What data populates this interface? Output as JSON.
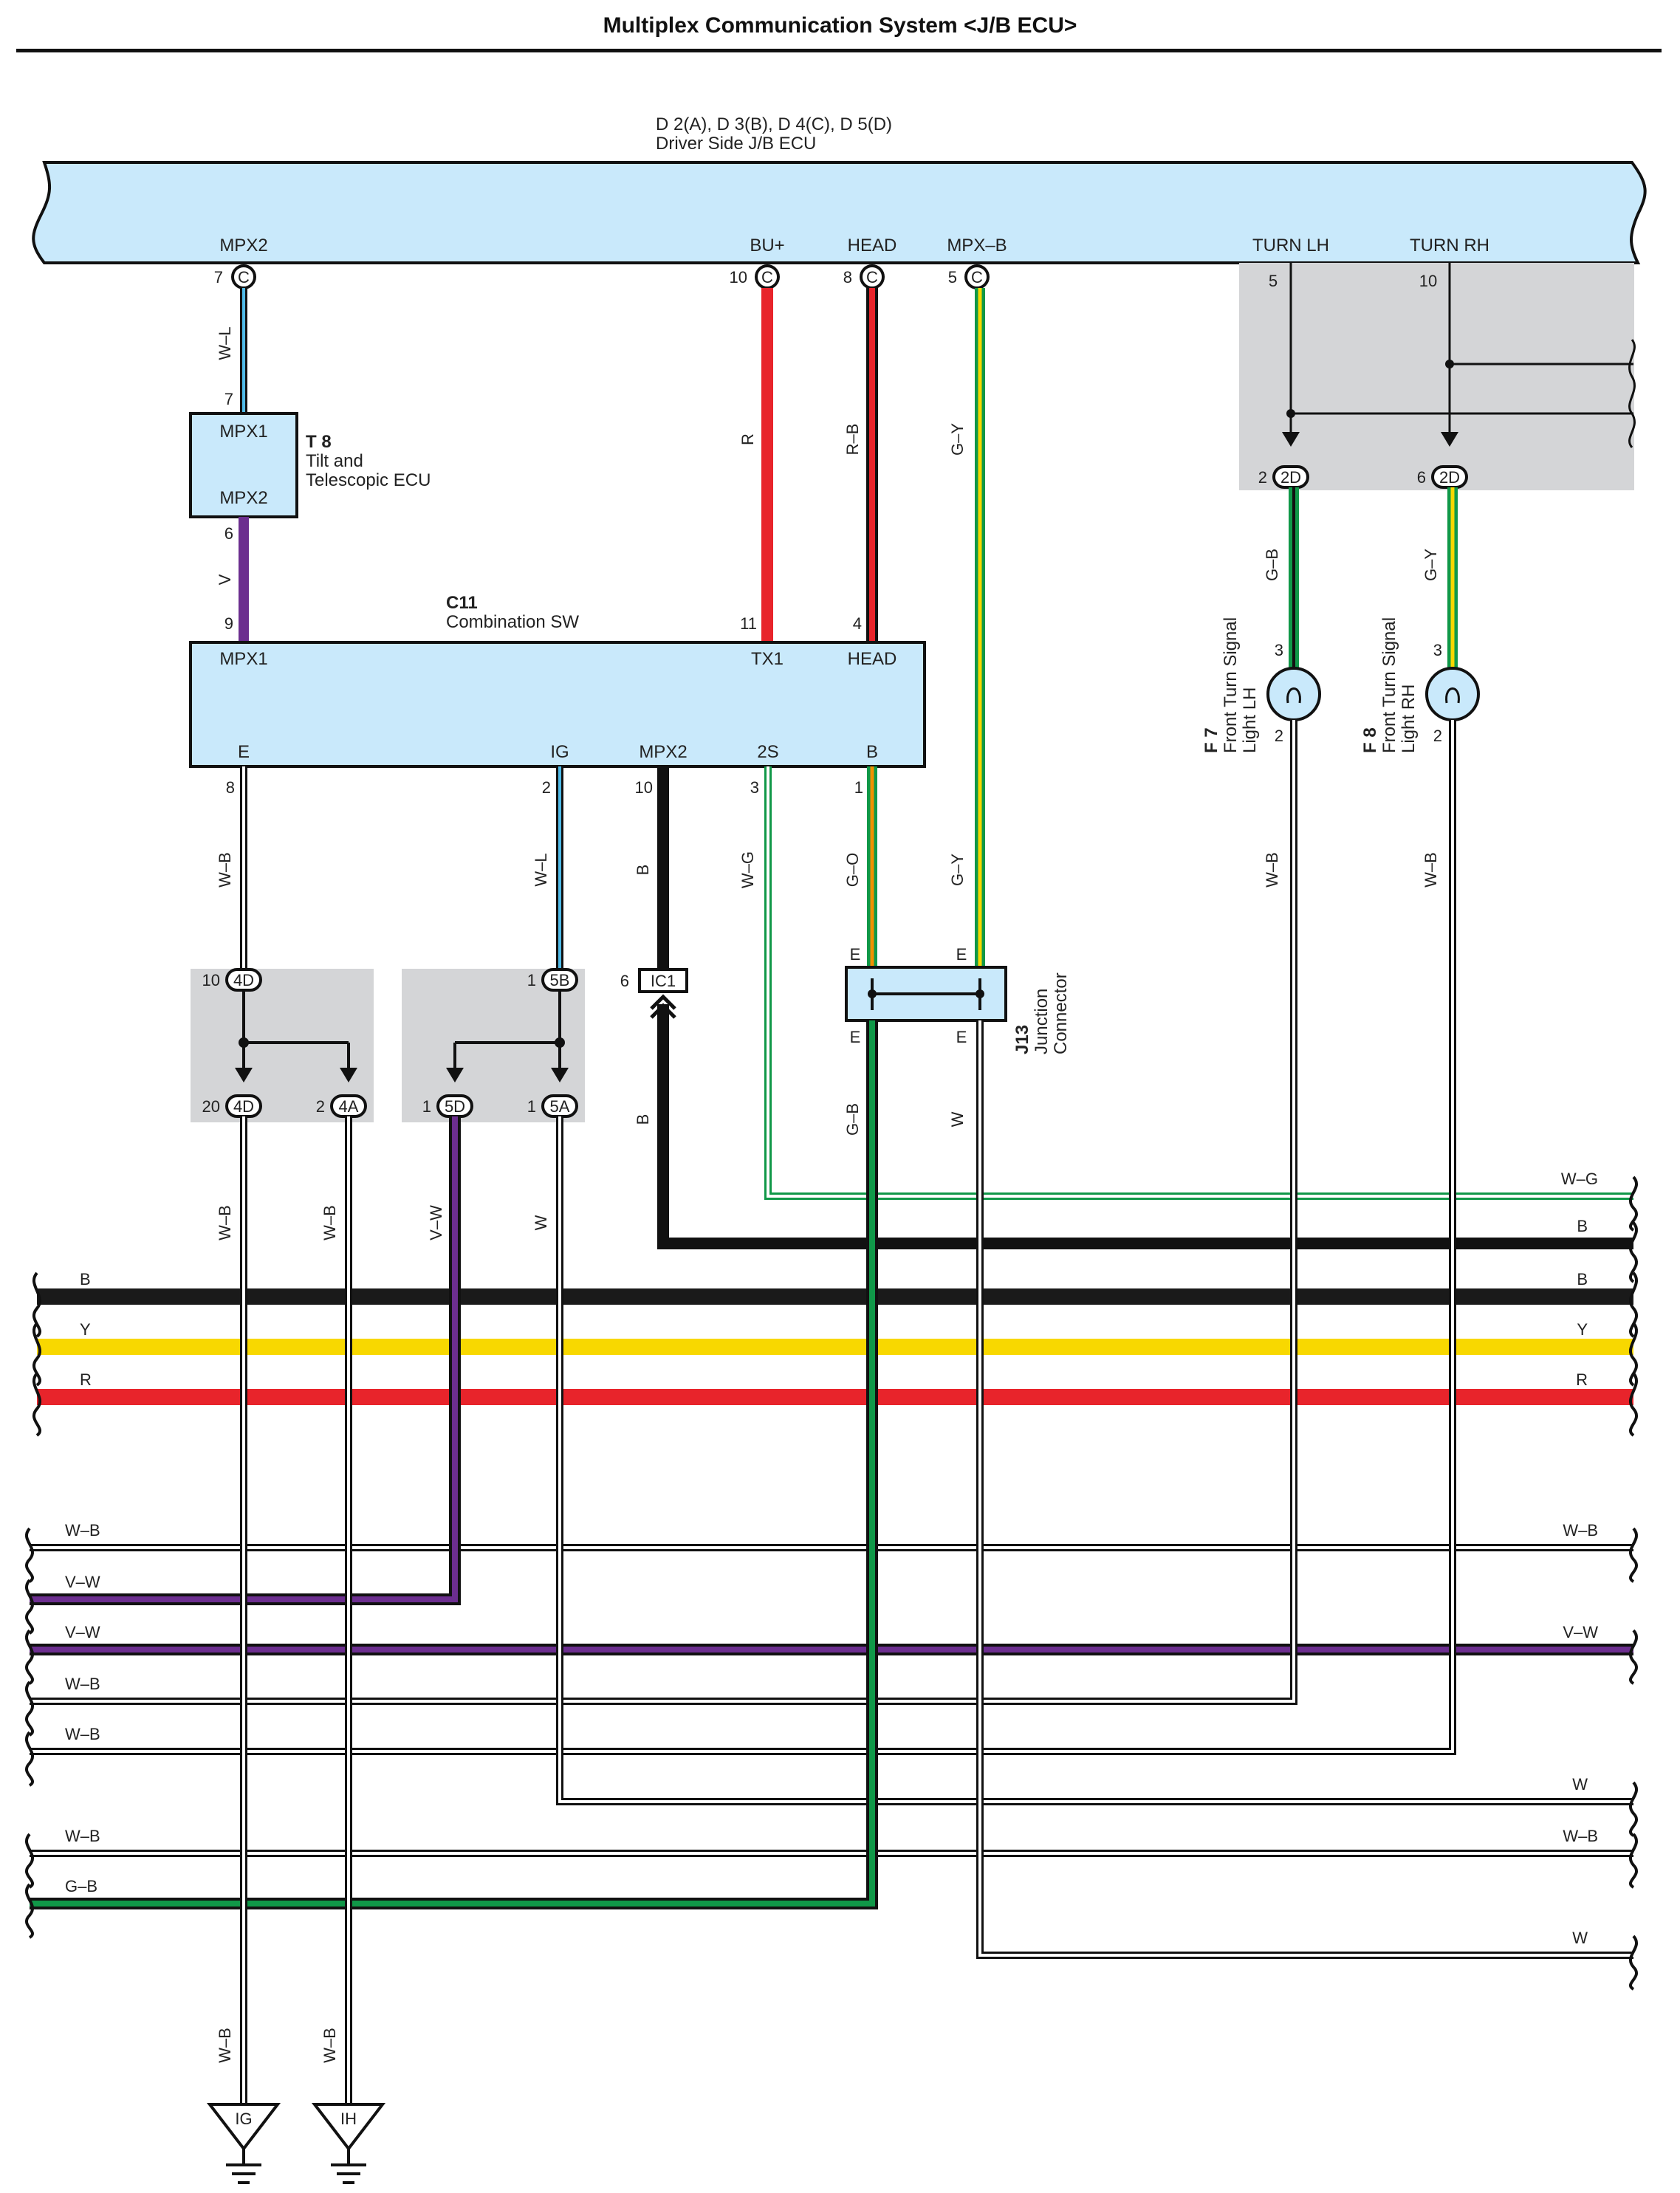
{
  "title": "Multiplex Communication System <J/B ECU>",
  "colors": {
    "fill": "#c9e9fb",
    "grey": "#d4d5d7",
    "red": "#e8242b",
    "yellow": "#f8d800",
    "green": "#109848",
    "purple": "#6c2e8f",
    "blue": "#4fb9e6",
    "black": "#1a1a1a",
    "orange": "#f29100"
  },
  "jb_ecu": {
    "name": "D 2(A), D 3(B), D 4(C), D 5(D)",
    "desc": "Driver Side J/B ECU",
    "terms": {
      "mpx2": {
        "label": "MPX2",
        "pin": "7",
        "conn": "C"
      },
      "bu": {
        "label": "BU+",
        "pin": "10",
        "conn": "C"
      },
      "head": {
        "label": "HEAD",
        "pin": "8",
        "conn": "C"
      },
      "mpxb": {
        "label": "MPX–B",
        "pin": "5",
        "conn": "C"
      },
      "turnlh": {
        "label": "TURN LH",
        "pin": "5"
      },
      "turnrh": {
        "label": "TURN RH",
        "pin": "10"
      }
    },
    "turn_conns": {
      "lh_pin": "2",
      "lh_conn": "2D",
      "rh_pin": "6",
      "rh_conn": "2D"
    }
  },
  "t8": {
    "name": "T 8",
    "desc1": "Tilt and",
    "desc2": "Telescopic ECU",
    "term_top": "MPX1",
    "term_bot": "MPX2",
    "pin_top": "7",
    "pin_bot": "6"
  },
  "c11": {
    "name": "C11",
    "desc": "Combination SW",
    "top": {
      "mpx1": "MPX1",
      "tx1": "TX1",
      "head": "HEAD"
    },
    "top_pins": {
      "mpx1": "9",
      "tx1": "11",
      "head": "4"
    },
    "bottom": {
      "e": "E",
      "ig": "IG",
      "mpx2": "MPX2",
      "s2": "2S",
      "b": "B"
    },
    "bottom_pins": {
      "e": "8",
      "ig": "2",
      "mpx2": "10",
      "s2": "3",
      "b": "1"
    }
  },
  "f7": {
    "name": "F 7",
    "desc1": "Front Turn Signal",
    "desc2": "Light LH",
    "pin_top": "3",
    "pin_bot": "2"
  },
  "f8": {
    "name": "F 8",
    "desc1": "Front Turn Signal",
    "desc2": "Light RH",
    "pin_top": "3",
    "pin_bot": "2"
  },
  "j13": {
    "name": "J13",
    "desc1": "Junction",
    "desc2": "Connector",
    "term": "E"
  },
  "ic1": {
    "label": "IC1",
    "pin": "6"
  },
  "jc4d": {
    "top_pin": "10",
    "top": "4D",
    "bl_pin": "20",
    "bl": "4D",
    "br_pin": "2",
    "br": "4A"
  },
  "jc5": {
    "top_pin": "1",
    "top": "5B",
    "bl_pin": "1",
    "bl": "5D",
    "br_pin": "1",
    "br": "5A"
  },
  "grounds": {
    "left": "IG",
    "right": "IH"
  },
  "wire_labels": {
    "wl1": "W–L",
    "v": "V",
    "r": "R",
    "rb": "R–B",
    "gy": "G–Y",
    "gb": "G–B",
    "wb": "W–B",
    "wl2": "W–L",
    "b": "B",
    "wg": "W–G",
    "go": "G–O",
    "vw": "V–W",
    "w": "W",
    "y": "Y"
  },
  "bus_left": [
    "B",
    "Y",
    "R",
    "W–B",
    "V–W",
    "V–W",
    "W–B",
    "W–B",
    "W–B",
    "G–B"
  ],
  "bus_right": [
    "W–G",
    "B",
    "B",
    "Y",
    "R",
    "W–B",
    "V–W",
    "W",
    "W–B",
    "W"
  ]
}
